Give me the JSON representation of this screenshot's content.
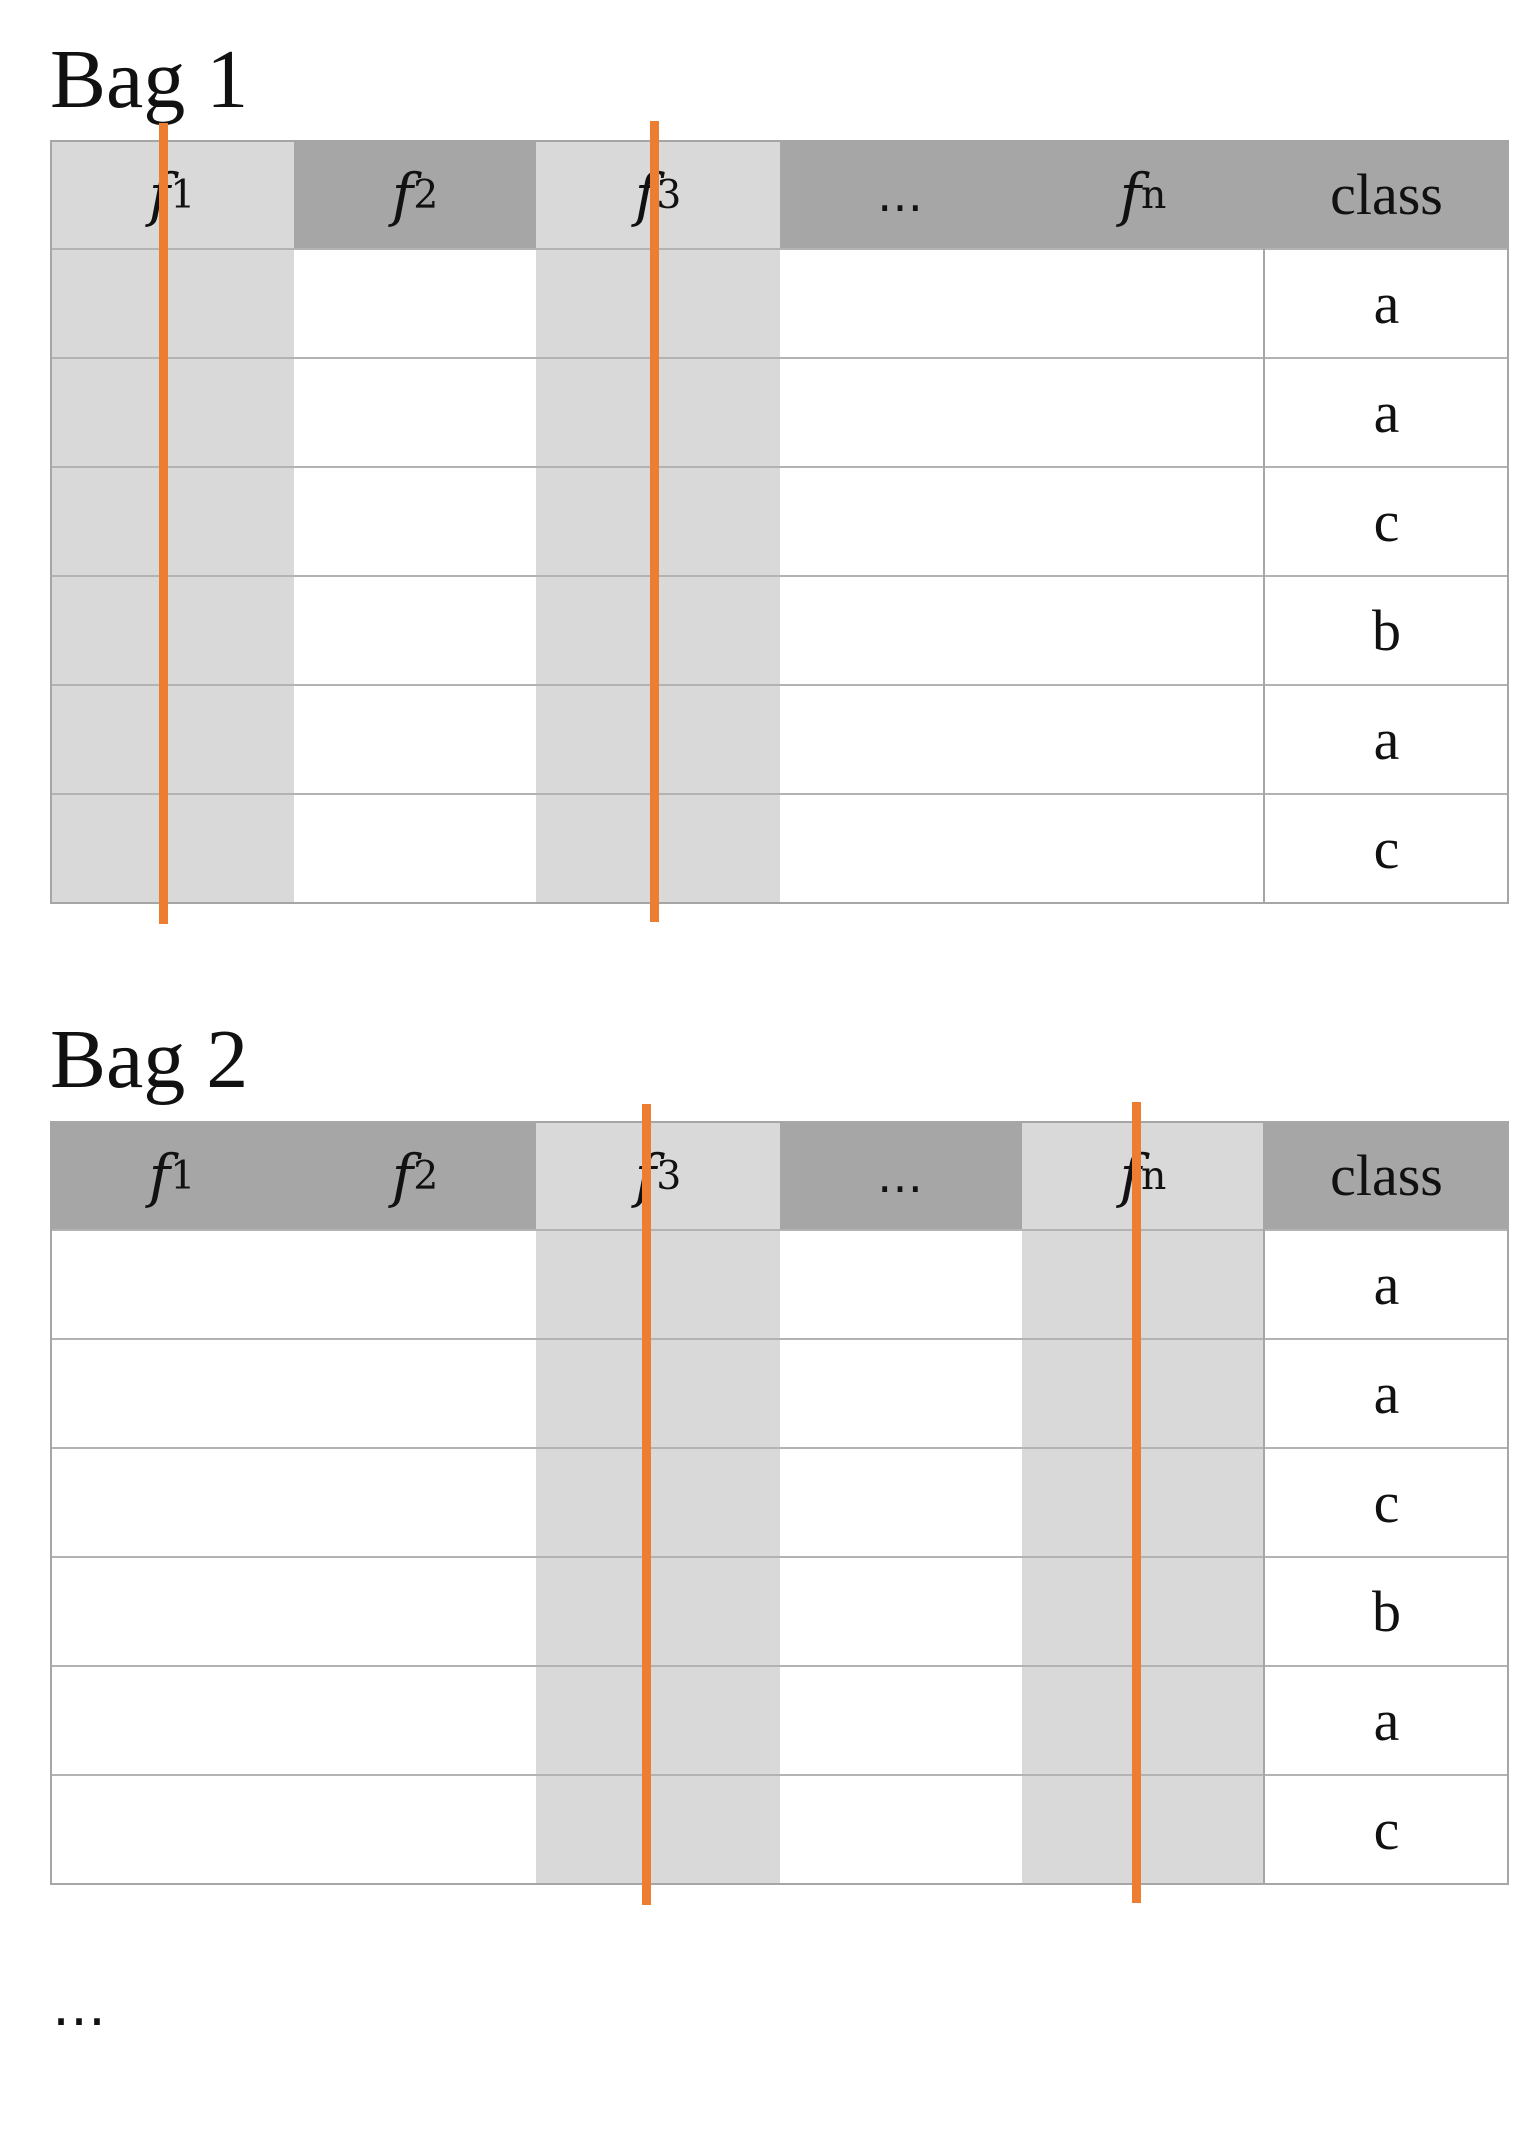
{
  "colors": {
    "dark_header": "#a6a6a6",
    "selected_column": "#d9d9d9",
    "split_line": "#ed7d31",
    "grid_line": "#b3b3b3"
  },
  "bags": [
    {
      "title": "Bag 1",
      "headers": [
        "f",
        "f",
        "f",
        "…",
        "f",
        "class"
      ],
      "subscripts": [
        "1",
        "2",
        "3",
        "",
        "n",
        ""
      ],
      "selected_features": [
        "f1",
        "f3"
      ],
      "classes": [
        "a",
        "a",
        "c",
        "b",
        "a",
        "c"
      ]
    },
    {
      "title": "Bag 2",
      "headers": [
        "f",
        "f",
        "f",
        "…",
        "f",
        "class"
      ],
      "subscripts": [
        "1",
        "2",
        "3",
        "",
        "n",
        ""
      ],
      "selected_features": [
        "f3",
        "fn"
      ],
      "classes": [
        "a",
        "a",
        "c",
        "b",
        "a",
        "c"
      ]
    }
  ],
  "trailing_ellipsis": "…"
}
